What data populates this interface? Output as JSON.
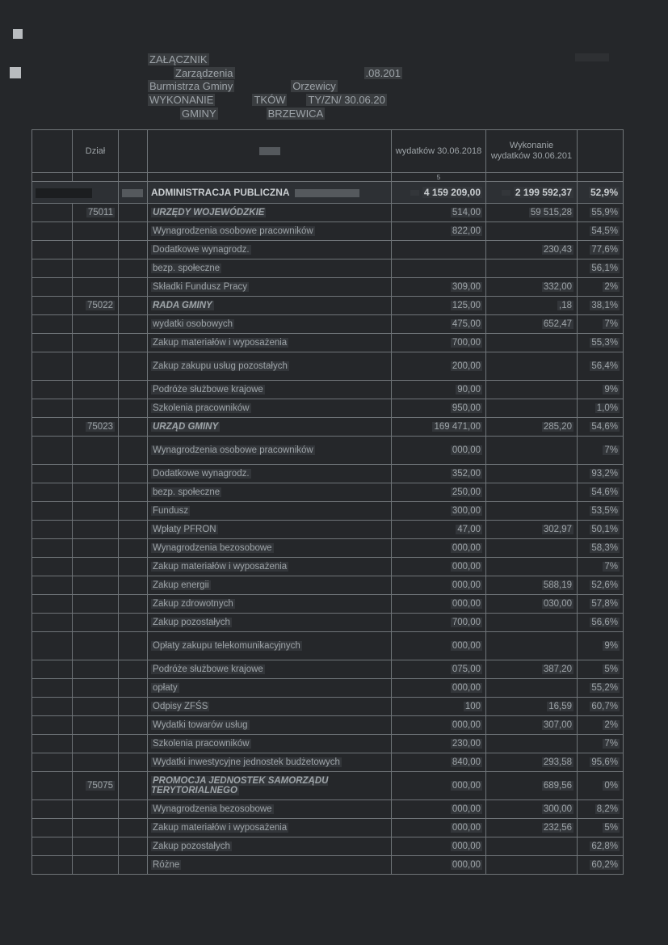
{
  "header": {
    "line1": "ZAŁĄCZNIK",
    "line2a": "Zarządzenia",
    "line2b": ".08.201",
    "line3a": "Burmistrza Gminy",
    "line3b": "Orzewicy",
    "line4a": "WYKONANIE",
    "line4b": "TKÓW",
    "line4c": "TY/ZN/ 30.06.20",
    "line5a": "GMINY",
    "line5b": "BRZEWICA"
  },
  "columns": {
    "dzial": "Dział",
    "plan": "wydatków 30.06.2018",
    "wykonanie": "Wykonanie wydatków 30.06.201",
    "col_num": "5"
  },
  "section": {
    "name": "ADMINISTRACJA PUBLICZNA",
    "plan": "4 159 209,00",
    "wykonanie": "2 199 592,37",
    "procent": "52,9%"
  },
  "rows": [
    {
      "code": "75011",
      "name": "URZĘDY WOJEWÓDZKIE",
      "plan": "514,00",
      "wyk": "59 515,28",
      "pct": "55,9%",
      "kind": "sub"
    },
    {
      "code": "",
      "name": "Wynagrodzenia osobowe pracowników",
      "plan": "822,00",
      "wyk": "",
      "pct": "54,5%",
      "kind": "item"
    },
    {
      "code": "",
      "name": "Dodatkowe wynagrodz.",
      "plan": "",
      "wyk": "230,43",
      "pct": "77,6%",
      "kind": "item"
    },
    {
      "code": "",
      "name": "bezp. społeczne",
      "plan": "",
      "wyk": "",
      "pct": "56,1%",
      "kind": "item"
    },
    {
      "code": "",
      "name": "Składki   Fundusz Pracy",
      "plan": "309,00",
      "wyk": "332,00",
      "pct": "2%",
      "kind": "item"
    },
    {
      "code": "75022",
      "name": "RADA GMINY",
      "plan": "125,00",
      "wyk": ",18",
      "pct": "38,1%",
      "kind": "sub"
    },
    {
      "code": "",
      "name": "wydatki   osobowych",
      "plan": "475,00",
      "wyk": "652,47",
      "pct": "7%",
      "kind": "item"
    },
    {
      "code": "",
      "name": "Zakup materiałów i wyposażenia",
      "plan": "700,00",
      "wyk": "",
      "pct": "55,3%",
      "kind": "item"
    },
    {
      "code": "",
      "name": "Zakup   zakupu usług pozostałych",
      "plan": "200,00",
      "wyk": "",
      "pct": "56,4%",
      "kind": "tall"
    },
    {
      "code": "",
      "name": "Podróże służbowe krajowe",
      "plan": "90,00",
      "wyk": "",
      "pct": "9%",
      "kind": "item"
    },
    {
      "code": "",
      "name": "Szkolenia pracowników",
      "plan": "950,00",
      "wyk": "",
      "pct": "1,0%",
      "kind": "item"
    },
    {
      "code": "75023",
      "name": "URZĄD GMINY",
      "plan": "169 471,00",
      "wyk": "285,20",
      "pct": "54,6%",
      "kind": "sub"
    },
    {
      "code": "",
      "name": "Wynagrodzenia osobowe pracowników",
      "plan": "000,00",
      "wyk": "",
      "pct": "7%",
      "kind": "tall"
    },
    {
      "code": "",
      "name": "Dodatkowe wynagrodz.",
      "plan": "352,00",
      "wyk": "",
      "pct": "93,2%",
      "kind": "item"
    },
    {
      "code": "",
      "name": "bezp. społeczne",
      "plan": "250,00",
      "wyk": "",
      "pct": "54,6%",
      "kind": "item"
    },
    {
      "code": "",
      "name": "Fundusz",
      "plan": "300,00",
      "wyk": "",
      "pct": "53,5%",
      "kind": "item"
    },
    {
      "code": "",
      "name": "Wpłaty   PFRON",
      "plan": "47,00",
      "wyk": "302,97",
      "pct": "50,1%",
      "kind": "item"
    },
    {
      "code": "",
      "name": "Wynagrodzenia bezosobowe",
      "plan": "000,00",
      "wyk": "",
      "pct": "58,3%",
      "kind": "item"
    },
    {
      "code": "",
      "name": "Zakup materiałów i wyposażenia",
      "plan": "000,00",
      "wyk": "",
      "pct": "7%",
      "kind": "item"
    },
    {
      "code": "",
      "name": "Zakup energii",
      "plan": "000,00",
      "wyk": "588,19",
      "pct": "52,6%",
      "kind": "item"
    },
    {
      "code": "",
      "name": "Zakup   zdrowotnych",
      "plan": "000,00",
      "wyk": "030,00",
      "pct": "57,8%",
      "kind": "item"
    },
    {
      "code": "",
      "name": "Zakup   pozostałych",
      "plan": "700,00",
      "wyk": "",
      "pct": "56,6%",
      "kind": "item"
    },
    {
      "code": "",
      "name": "Opłaty   zakupu telekomunikacyjnych",
      "plan": "000,00",
      "wyk": "",
      "pct": "9%",
      "kind": "tall"
    },
    {
      "code": "",
      "name": "Podróże służbowe krajowe",
      "plan": "075,00",
      "wyk": "387,20",
      "pct": "5%",
      "kind": "item"
    },
    {
      "code": "",
      "name": "opłaty",
      "plan": "000,00",
      "wyk": "",
      "pct": "55,2%",
      "kind": "item"
    },
    {
      "code": "",
      "name": "Odpisy   ZFŚS",
      "plan": "100",
      "wyk": "16,59",
      "pct": "60,7%",
      "kind": "item"
    },
    {
      "code": "",
      "name": "Wydatki   towarów usług",
      "plan": "000,00",
      "wyk": "307,00",
      "pct": "2%",
      "kind": "item"
    },
    {
      "code": "",
      "name": "Szkolenia pracowników",
      "plan": "230,00",
      "wyk": "",
      "pct": "7%",
      "kind": "item"
    },
    {
      "code": "",
      "name": "Wydatki inwestycyjne jednostek budżetowych",
      "plan": "840,00",
      "wyk": "293,58",
      "pct": "95,6%",
      "kind": "item"
    },
    {
      "code": "75075",
      "name": "PROMOCJA JEDNOSTEK SAMORZĄDU TERYTORIALNEGO",
      "plan": "000,00",
      "wyk": "689,56",
      "pct": "0%",
      "kind": "subtall"
    },
    {
      "code": "",
      "name": "Wynagrodzenia bezosobowe",
      "plan": "000,00",
      "wyk": "300,00",
      "pct": "8,2%",
      "kind": "item"
    },
    {
      "code": "",
      "name": "Zakup materiałów i wyposażenia",
      "plan": "000,00",
      "wyk": "232,56",
      "pct": "5%",
      "kind": "item"
    },
    {
      "code": "",
      "name": "Zakup   pozostałych",
      "plan": "000,00",
      "wyk": "",
      "pct": "62,8%",
      "kind": "item"
    },
    {
      "code": "",
      "name": "Różne",
      "plan": "000,00",
      "wyk": "",
      "pct": "60,2%",
      "kind": "item"
    }
  ]
}
